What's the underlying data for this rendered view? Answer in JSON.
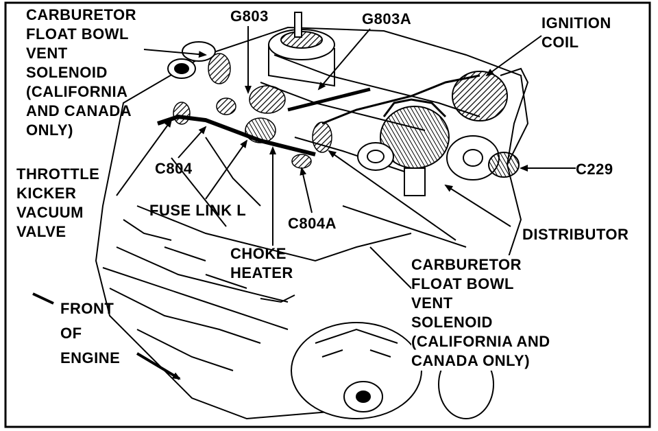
{
  "colors": {
    "ink": "#000000",
    "paper": "#ffffff",
    "shade": "#555555"
  },
  "labels": {
    "carb_vent_top": [
      "CARBURETOR",
      "FLOAT BOWL",
      "VENT",
      "SOLENOID",
      "(CALIFORNIA",
      "AND CANADA",
      "ONLY)"
    ],
    "g803": "G803",
    "g803a": "G803A",
    "ignition_coil": [
      "IGNITION",
      "COIL"
    ],
    "c804": "C804",
    "c229": "C229",
    "throttle_kicker": [
      "THROTTLE",
      "KICKER",
      "VACUUM",
      "VALVE"
    ],
    "fuse_link": "FUSE LINK L",
    "c804a": "C804A",
    "distributor": "DISTRIBUTOR",
    "choke_heater": [
      "CHOKE",
      "HEATER"
    ],
    "carb_vent_bottom": [
      "CARBURETOR",
      "FLOAT BOWL",
      "VENT",
      "SOLENOID",
      "(CALIFORNIA AND",
      "CANADA ONLY)"
    ],
    "front_of_engine": [
      "FRONT",
      "OF",
      "ENGINE"
    ]
  }
}
